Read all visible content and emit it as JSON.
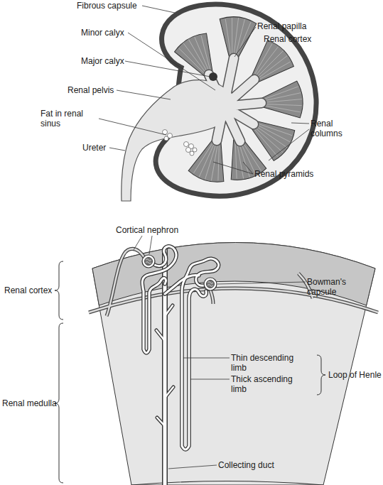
{
  "diagram": {
    "labels": [
      "Fibrous capsule",
      "Renal papilla",
      "Minor calyx",
      "Renal cortex",
      "Major calyx",
      "Renal pelvis",
      "Renal columns",
      "Fat in renal sinus",
      "Ureter",
      "Renal pyramids",
      "Cortical nephron",
      "Renal cortex",
      "Bowman's capsule",
      "Thin descending limb",
      "Loop of Henle",
      "Thick ascending limb",
      "Renal medulla",
      "Collecting duct"
    ]
  }
}
